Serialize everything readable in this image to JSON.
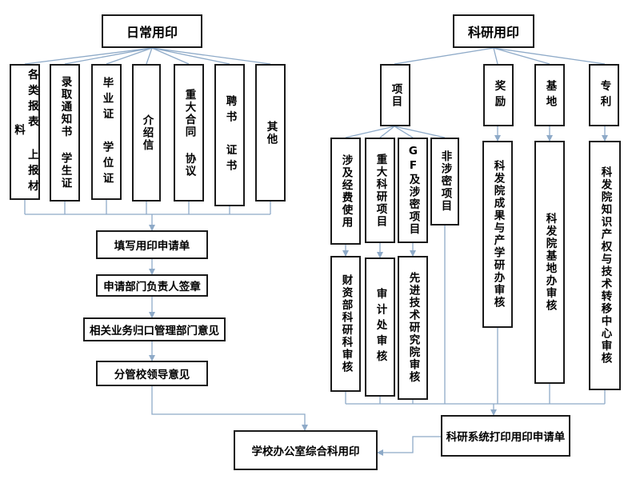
{
  "left": {
    "title": "日常用印",
    "categories": [
      "各类报表 上报材料",
      "录取通知书 学生证",
      "毕业证 学位证",
      "介绍信",
      "重大合同 协议",
      "聘书 证书",
      "其他"
    ],
    "steps": [
      "填写用印申请单",
      "申请部门负责人签章",
      "相关业务归口管理部门意见",
      "分管校领导意见"
    ]
  },
  "right": {
    "title": "科研用印",
    "branches": [
      "项目",
      "奖励",
      "基地",
      "专利"
    ],
    "project_types": [
      "涉及经费使用",
      "重大科研项目",
      "GF及涉密项目",
      "非涉密项目"
    ],
    "project_reviews": [
      "财资部科研科审核",
      "审计处审核",
      "先进技术研究院审核"
    ],
    "other_reviews": [
      "科发院成果与产学研办审核",
      "科发院基地办审核",
      "科发院知识产权与技术转移中心审核"
    ],
    "application": "科研系统打印用印申请单"
  },
  "final": "学校办公室综合科用印",
  "colors": {
    "connector": "#8eaac8",
    "border": "#1a1a1a"
  }
}
